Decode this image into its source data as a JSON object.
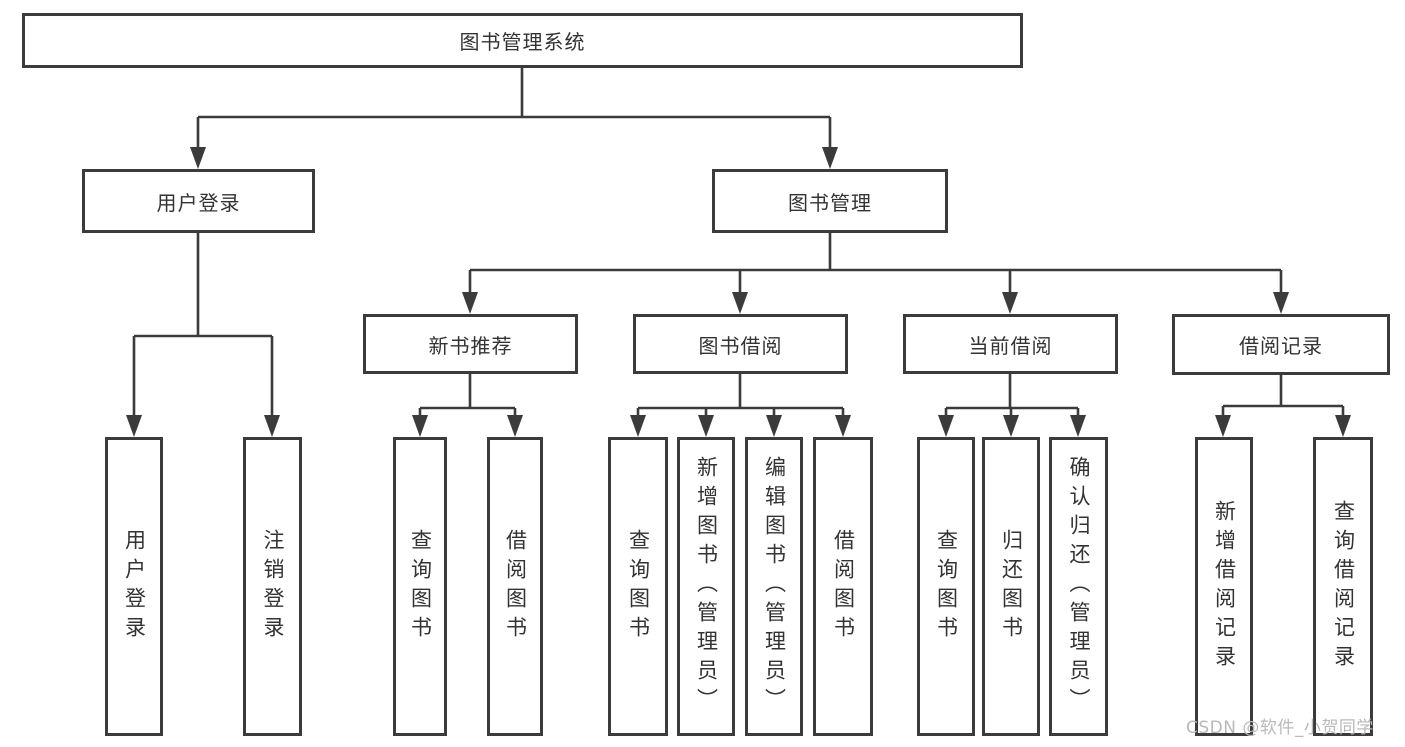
{
  "diagram": {
    "root": "图书管理系统",
    "branches": [
      {
        "label": "用户登录",
        "children": [
          "用户登录",
          "注销登录"
        ]
      },
      {
        "label": "图书管理",
        "groups": [
          {
            "label": "新书推荐",
            "children": [
              "查询图书",
              "借阅图书"
            ]
          },
          {
            "label": "图书借阅",
            "children": [
              "查询图书",
              "新增图书（管理员）",
              "编辑图书（管理员）",
              "借阅图书"
            ]
          },
          {
            "label": "当前借阅",
            "children": [
              "查询图书",
              "归还图书",
              "确认归还（管理员）"
            ]
          },
          {
            "label": "借阅记录",
            "children": [
              "新增借阅记录",
              "查询借阅记录"
            ]
          }
        ]
      }
    ]
  },
  "watermark": {
    "text": "CSDN @软件_小贺同学"
  },
  "colors": {
    "line": "#3b3b3b",
    "text": "#333333",
    "watermark": "#b9b9b9",
    "background": "#ffffff"
  }
}
